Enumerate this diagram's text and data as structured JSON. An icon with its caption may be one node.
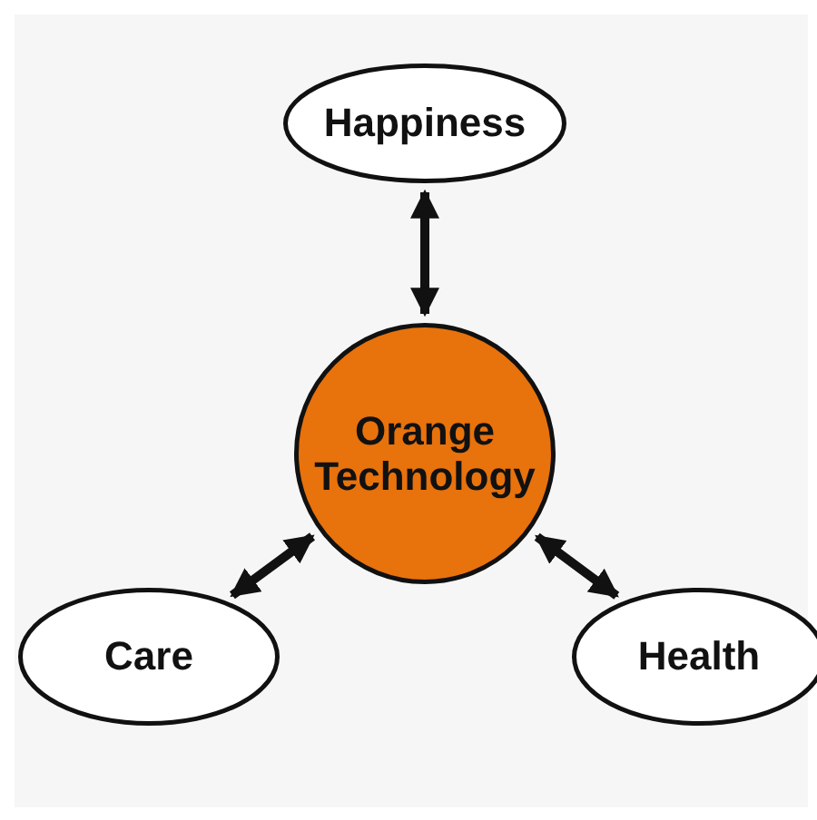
{
  "diagram": {
    "nodes": [
      {
        "text": [
          "Happiness"
        ]
      },
      {
        "text": [
          "Orange Technology"
        ]
      },
      {
        "text": [
          "Care"
        ]
      },
      {
        "text": [
          "Health"
        ]
      }
    ],
    "edges": [
      {
        "from": 1,
        "to": 0,
        "arrow": "both"
      },
      {
        "from": 1,
        "to": 2,
        "arrow": "both"
      },
      {
        "from": 1,
        "to": 3,
        "arrow": "both"
      }
    ]
  }
}
